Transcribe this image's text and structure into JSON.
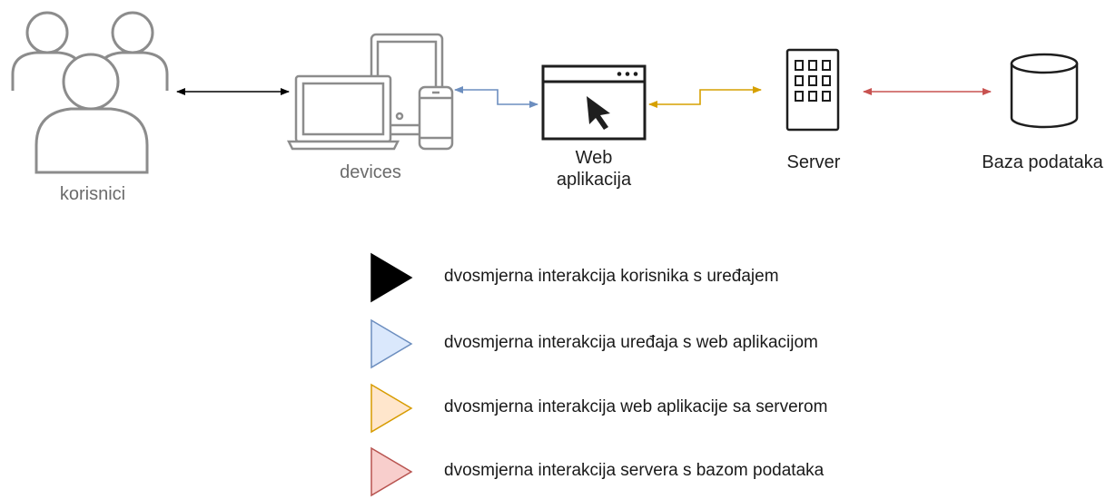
{
  "nodes": {
    "users": {
      "label": "korisnici"
    },
    "devices": {
      "label": "devices"
    },
    "web_app": {
      "label_line1": "Web",
      "label_line2": "aplikacija"
    },
    "server": {
      "label": "Server"
    },
    "database": {
      "label": "Baza podataka"
    }
  },
  "colors": {
    "users_devices": "#000000",
    "devices_webapp": "#6c8ebf",
    "webapp_server": "#d6a000",
    "server_db": "#c85250",
    "icon_gray": "#8c8c8c",
    "icon_dark": "#1e1e1e"
  },
  "legend": [
    {
      "text": "dvosmjerna interakcija korisnika s uređajem",
      "fill": "#000000",
      "stroke": "#000000"
    },
    {
      "text": "dvosmjerna interakcija uređaja s web aplikacijom",
      "fill": "#dae8fc",
      "stroke": "#6c8ebf"
    },
    {
      "text": "dvosmjerna interakcija web aplikacije sa serverom",
      "fill": "#ffe6cc",
      "stroke": "#d79b00"
    },
    {
      "text": "dvosmjerna interakcija servera s bazom podataka",
      "fill": "#f8cecc",
      "stroke": "#b85450"
    }
  ]
}
